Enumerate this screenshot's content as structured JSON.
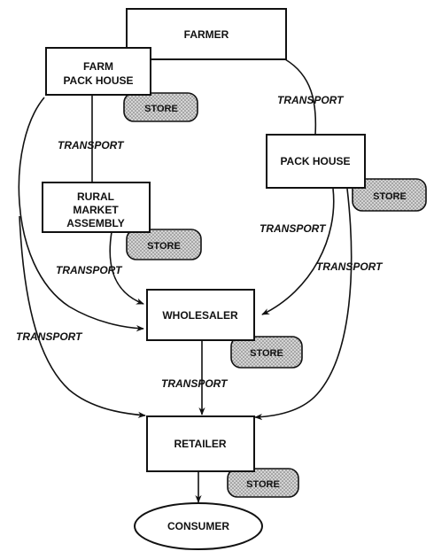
{
  "nodes": {
    "farmer": "FARMER",
    "farm_pack_house": [
      "FARM",
      "PACK HOUSE"
    ],
    "pack_house": "PACK HOUSE",
    "rural_market_assembly": [
      "RURAL",
      "MARKET",
      "ASSEMBLY"
    ],
    "wholesaler": "WHOLESALER",
    "retailer": "RETAILER",
    "consumer": "CONSUMER"
  },
  "store_label": "STORE",
  "transport_label": "TRANSPORT",
  "colors": {
    "line": "#111111",
    "store_fill": "#bdbdbd"
  }
}
